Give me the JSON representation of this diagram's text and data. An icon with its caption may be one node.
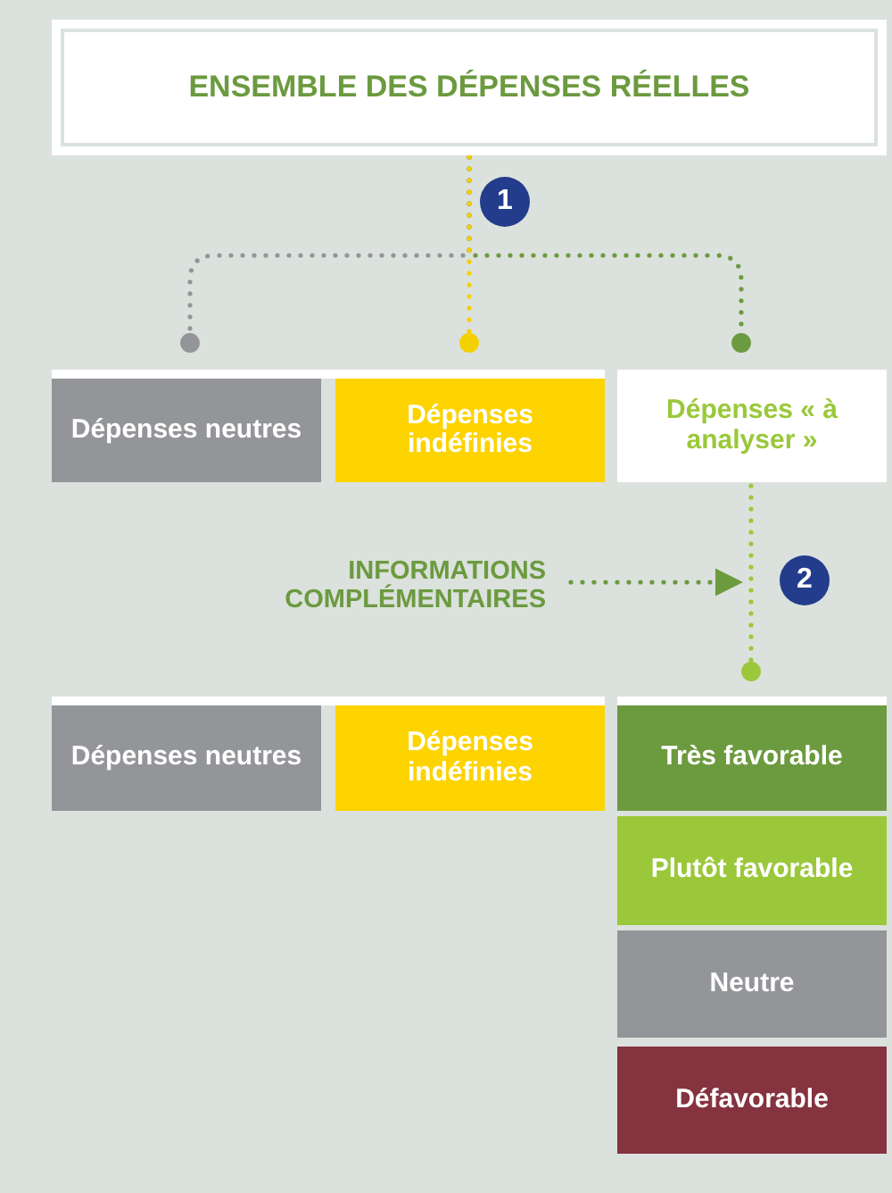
{
  "diagram": {
    "nodes": [
      {
        "text": [
          "ENSEMBLE DES DÉPENSES RÉELLES"
        ]
      },
      {
        "text": [
          "Dépenses neutres"
        ]
      },
      {
        "text": [
          "Dépenses indéfinies"
        ]
      },
      {
        "text": [
          "Dépenses « à analyser »"
        ]
      },
      {
        "text": [
          "INFORMATIONS COMPLÉMENTAIRES"
        ]
      },
      {
        "text": [
          "Dépenses neutres"
        ]
      },
      {
        "text": [
          "Dépenses indéfinies"
        ]
      },
      {
        "text": [
          "Très favorable"
        ]
      },
      {
        "text": [
          "Plutôt favorable"
        ]
      },
      {
        "text": [
          "Neutre"
        ]
      },
      {
        "text": [
          "Défavorable"
        ]
      }
    ],
    "edges": [
      {
        "from": 0,
        "to": 1,
        "arrow": "other",
        "style": "dashed",
        "color": "#939598"
      },
      {
        "from": 0,
        "to": 3,
        "arrow": "other",
        "style": "dashed",
        "color": "#6c9a3f"
      },
      {
        "from": 0,
        "to": 2,
        "arrow": "other",
        "style": "dashed",
        "color": "#f5d000"
      },
      {
        "from": 3,
        "to": 7,
        "arrow": "other",
        "style": "dashed",
        "color": "#9ac83a"
      },
      {
        "from": 4,
        "to": null,
        "arrow": "to",
        "style": "dashed",
        "color": "#6c9a3f"
      }
    ],
    "labels": [
      "1",
      "2"
    ]
  }
}
